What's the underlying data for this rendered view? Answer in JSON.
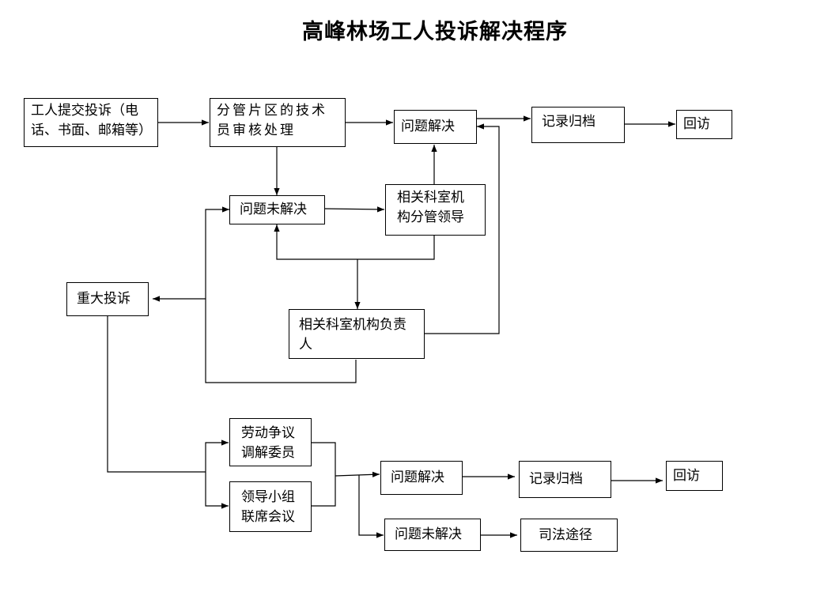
{
  "title": "高峰林场工人投诉解决程序",
  "nodes": {
    "submit": "工人提交投诉（电话、书面、邮箱等）",
    "tech_review": "分管片区的技术员审核处理",
    "solved_1": "问题解决",
    "archive_1": "记录归档",
    "revisit_1": "回访",
    "unsolved_1": "问题未解决",
    "dept_leader": "相关科室机构分管领导",
    "major": "重大投诉",
    "dept_head": "相关科室机构负责人",
    "labor_committee": "劳动争议调解委员",
    "leader_meeting": "领导小组联席会议",
    "solved_2": "问题解决",
    "archive_2": "记录归档",
    "revisit_2": "回访",
    "unsolved_2": "问题未解决",
    "judicial": "司法途径"
  },
  "colors": {
    "line": "#000000",
    "box_border": "#000000",
    "background": "#ffffff"
  }
}
